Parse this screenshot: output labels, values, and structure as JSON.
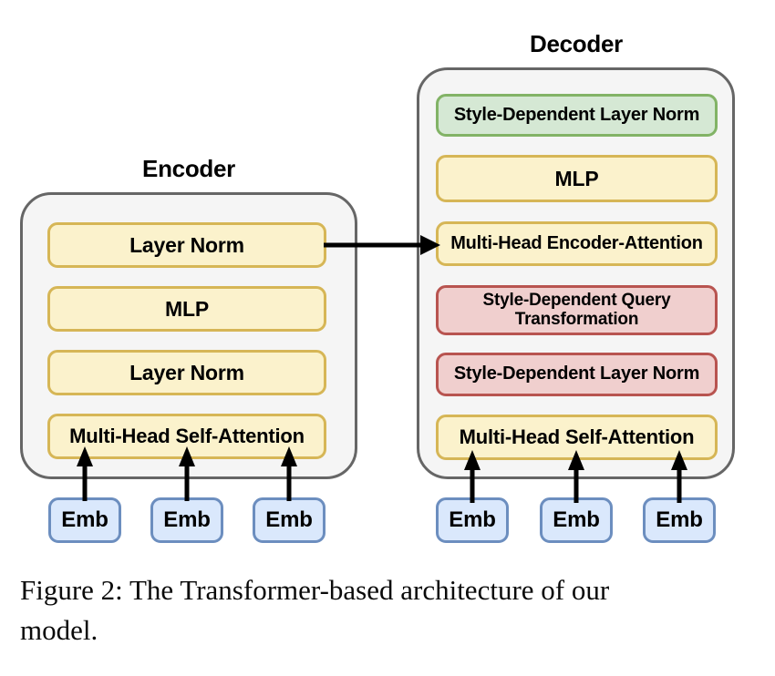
{
  "figure": {
    "encoder": {
      "title": "Encoder",
      "layers": [
        {
          "label": "Layer Norm",
          "color": "yellow"
        },
        {
          "label": "MLP",
          "color": "yellow"
        },
        {
          "label": "Layer Norm",
          "color": "yellow"
        },
        {
          "label": "Multi-Head Self-Attention",
          "color": "yellow"
        }
      ],
      "inputs": [
        {
          "label": "Emb"
        },
        {
          "label": "Emb"
        },
        {
          "label": "Emb"
        }
      ]
    },
    "decoder": {
      "title": "Decoder",
      "layers": [
        {
          "label": "Style-Dependent Layer Norm",
          "color": "green"
        },
        {
          "label": "MLP",
          "color": "yellow"
        },
        {
          "label": "Multi-Head Encoder-Attention",
          "color": "yellow"
        },
        {
          "label": "Style-Dependent Query Transformation",
          "color": "red"
        },
        {
          "label": "Style-Dependent Layer Norm",
          "color": "red"
        },
        {
          "label": "Multi-Head Self-Attention",
          "color": "yellow"
        }
      ],
      "inputs": [
        {
          "label": "Emb"
        },
        {
          "label": "Emb"
        },
        {
          "label": "Emb"
        }
      ]
    },
    "connections": {
      "encoder_to_decoder": "arrow-right"
    },
    "caption": {
      "line1": "Figure 2:  The Transformer-based architecture of our",
      "line2": "model.",
      "full": "Figure 2: The Transformer-based architecture of our model."
    }
  },
  "colors": {
    "container_fill": "#f5f5f5",
    "container_border": "#666666",
    "yellow_fill": "#fbf2cc",
    "yellow_border": "#d6b656",
    "green_fill": "#d5e8d4",
    "green_border": "#82b366",
    "red_fill": "#f0cfce",
    "red_border": "#b85450",
    "blue_fill": "#dae8fc",
    "blue_border": "#6c8ebf",
    "arrow": "#000000",
    "text": "#000000",
    "background": "#ffffff"
  }
}
